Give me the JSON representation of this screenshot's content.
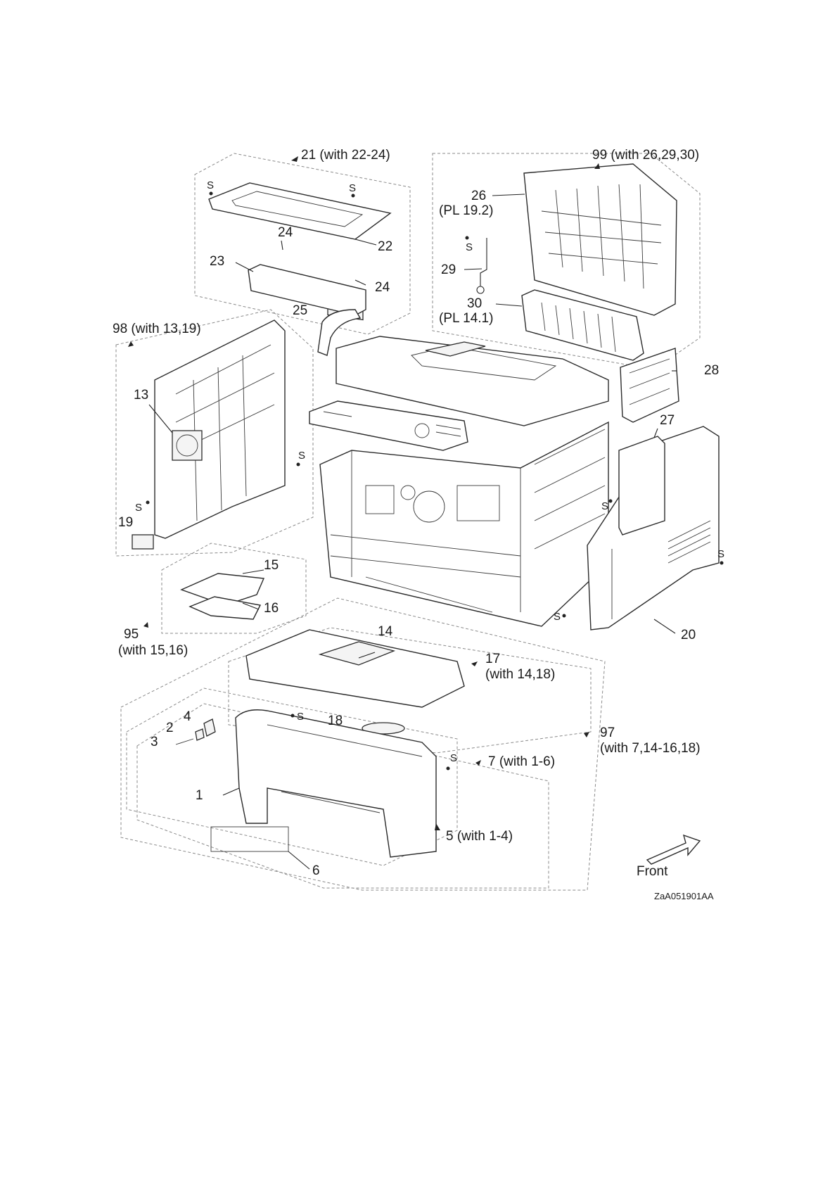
{
  "callouts": {
    "c21": "21 (with 22-24)",
    "c99": "99 (with 26,29,30)",
    "c26": "26",
    "c26pl": "(PL 19.2)",
    "c22": "22",
    "c24a": "24",
    "c24b": "24",
    "c23": "23",
    "c29": "29",
    "c30": "30",
    "c30pl": "(PL 14.1)",
    "c25": "25",
    "c98": "98 (with 13,19)",
    "c13": "13",
    "c19": "19",
    "c28": "28",
    "c27": "27",
    "c15": "15",
    "c16": "16",
    "c95a": "95",
    "c95b": "(with 15,16)",
    "c20": "20",
    "c14": "14",
    "c17a": "17",
    "c17b": "(with 14,18)",
    "c18": "18",
    "c97a": "97",
    "c97b": "(with 7,14-16,18)",
    "c4": "4",
    "c2": "2",
    "c3": "3",
    "c7": "7 (with 1-6)",
    "c1": "1",
    "c5": "5 (with 1-4)",
    "c6": "6"
  },
  "screw_marks": [
    "S",
    "S",
    "S",
    "S",
    "S",
    "S",
    "S",
    "S",
    "S",
    "S"
  ],
  "front_label": "Front",
  "drawing_code": "ZaA051901AA",
  "icons": {
    "front_direction": "front-arrow-icon",
    "screw": "screw-dot-icon"
  }
}
